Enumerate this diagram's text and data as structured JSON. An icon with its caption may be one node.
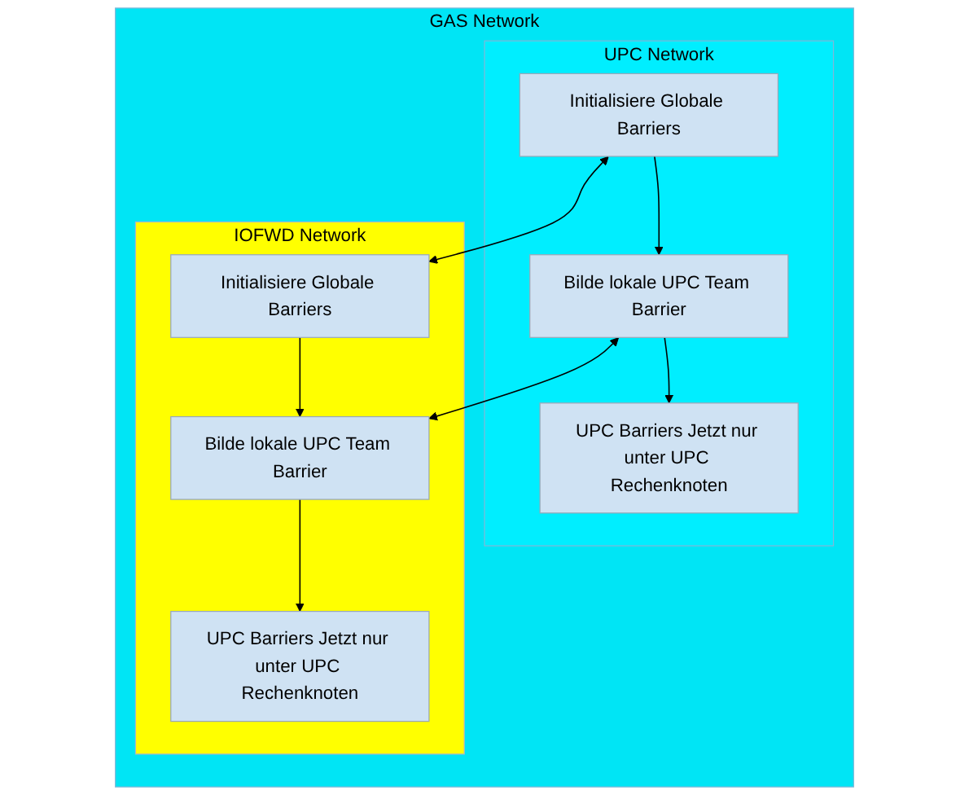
{
  "diagram": {
    "nodes": [
      {
        "text": [
          "GAS Network"
        ]
      },
      {
        "text": [
          "UPC Network"
        ],
        "in": 0
      },
      {
        "text": [
          "IOFWD Network"
        ],
        "in": 0
      },
      {
        "text": [
          "Initialisiere Globale Barriers"
        ],
        "in": 1
      },
      {
        "text": [
          "Bilde lokale UPC Team Barrier"
        ],
        "in": 1
      },
      {
        "text": [
          "UPC Barriers Jetzt nur unter UPC Rechenknoten"
        ],
        "in": 1
      },
      {
        "text": [
          "Initialisiere Globale Barriers"
        ],
        "in": 2
      },
      {
        "text": [
          "Bilde lokale UPC Team Barrier"
        ],
        "in": 2
      },
      {
        "text": [
          "UPC Barriers Jetzt nur unter UPC Rechenknoten"
        ],
        "in": 2
      }
    ],
    "edges": [
      {
        "from": 3,
        "to": 6,
        "arrow": "both"
      },
      {
        "from": 3,
        "to": 4,
        "arrow": "to"
      },
      {
        "from": 6,
        "to": 7,
        "arrow": "to"
      },
      {
        "from": 4,
        "to": 7,
        "arrow": "both"
      },
      {
        "from": 4,
        "to": 5,
        "arrow": "to"
      },
      {
        "from": 7,
        "to": 8,
        "arrow": "to"
      }
    ]
  }
}
